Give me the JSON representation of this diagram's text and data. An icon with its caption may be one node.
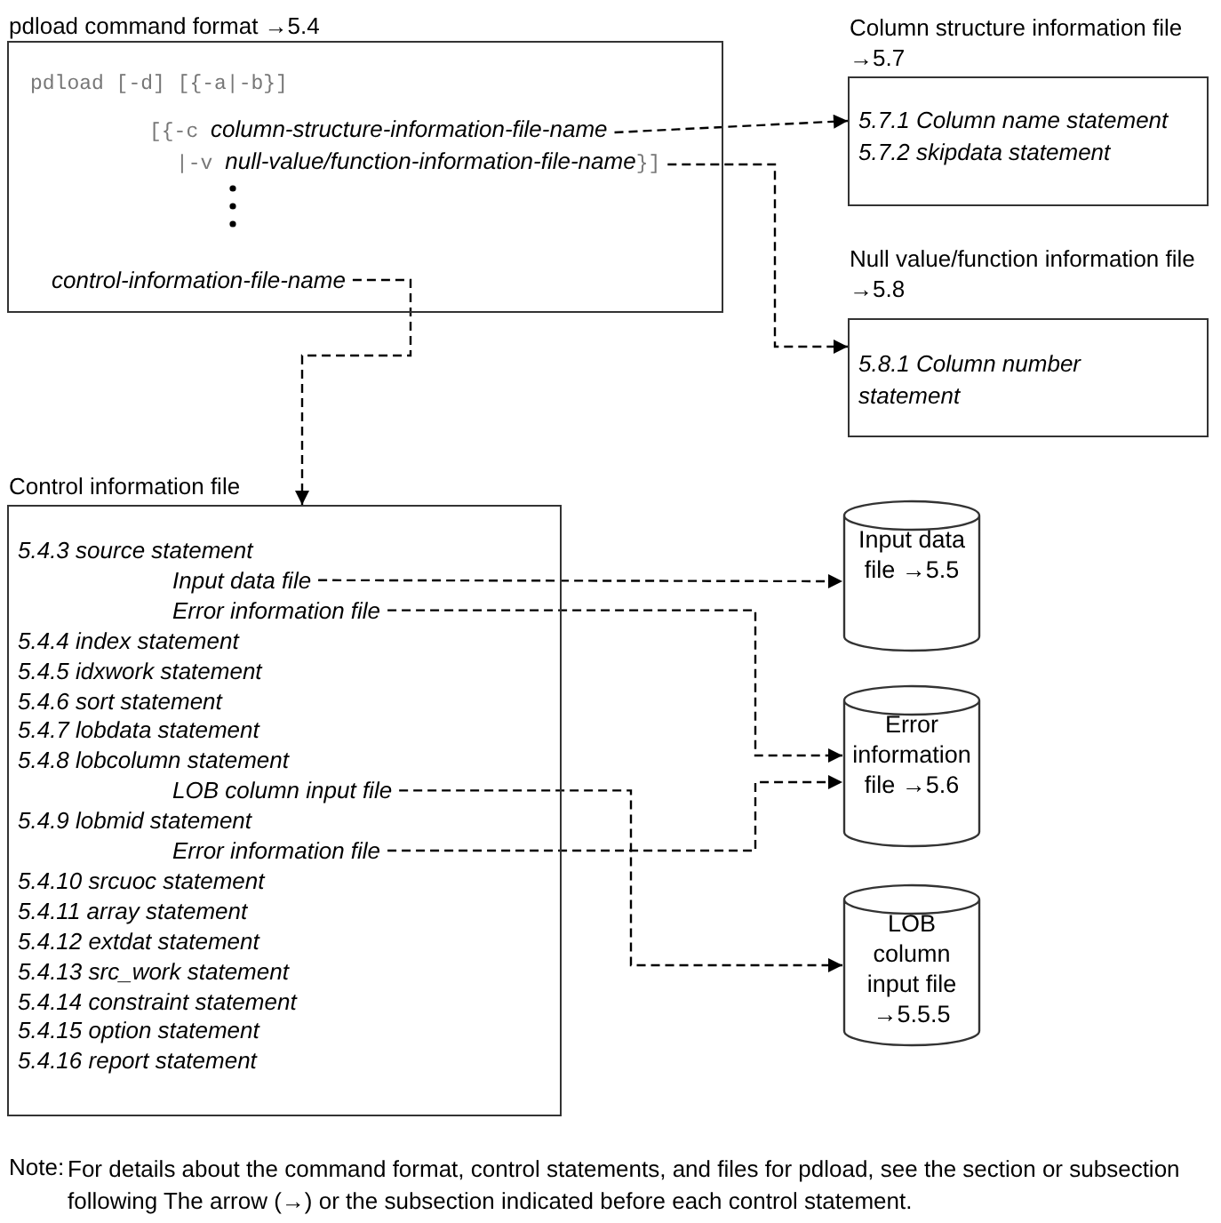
{
  "diagram": {
    "nodes": [
      {
        "text": [
          "pdload command format →5.4",
          "pdload [-d] [{-a|-b}]"
        ]
      },
      {
        "text": [
          "[{-c *column-structure-information-file-name*"
        ],
        "in": 0
      },
      {
        "text": [
          "|-v *null-value/function-information-file-name*}]"
        ],
        "in": 0
      },
      {
        "text": [
          "control-information-file-name"
        ],
        "in": 0
      },
      {
        "text": [
          "Column structure information file →5.7",
          "5.7.1 Column name statement",
          "5.7.2 skipdata statement"
        ]
      },
      {
        "text": [
          "Null value/function information file →5.8",
          "5.8.1 Column number statement"
        ]
      },
      {
        "text": [
          "Control information file",
          "5.4.3 source statement",
          "5.4.4 index statement",
          "5.4.5 idxwork statement",
          "5.4.6 sort statement",
          "5.4.7 lobdata statement",
          "5.4.8 lobcolumn statement",
          "5.4.9 lobmid statement",
          "5.4.10 srcuoc statement",
          "5.4.11 array statement",
          "5.4.12 extdat statement",
          "5.4.13 src_work statement",
          "5.4.14 constraint statement",
          "5.4.15 option statement",
          "5.4.16 report statement"
        ]
      },
      {
        "text": [
          "Input data file"
        ],
        "in": 6
      },
      {
        "text": [
          "Error information file"
        ],
        "in": 6
      },
      {
        "text": [
          "LOB column input file"
        ],
        "in": 6
      },
      {
        "text": [
          "Error information file"
        ],
        "in": 6
      },
      {
        "text": [
          "Input data file →5.5"
        ]
      },
      {
        "text": [
          "Error information file →5.6"
        ]
      },
      {
        "text": [
          "LOB column input file →5.5.5"
        ]
      }
    ],
    "edges": [
      {
        "from": 1,
        "to": 4,
        "arrow": "to",
        "style": "dashed"
      },
      {
        "from": 2,
        "to": 5,
        "arrow": "to",
        "style": "dashed"
      },
      {
        "from": 3,
        "to": 6,
        "arrow": "to",
        "style": "dashed"
      },
      {
        "from": 7,
        "to": 11,
        "arrow": "to",
        "style": "dashed"
      },
      {
        "from": 8,
        "to": 12,
        "arrow": "to",
        "style": "dashed"
      },
      {
        "from": 10,
        "to": 12,
        "arrow": "to",
        "style": "dashed"
      },
      {
        "from": 9,
        "to": 13,
        "arrow": "to",
        "style": "dashed"
      }
    ],
    "labels": [
      "Note:",
      "For details about the command format, control statements, and files for pdload, see the section or subsection following The arrow (→) or the subsection indicated before each control statement."
    ]
  }
}
